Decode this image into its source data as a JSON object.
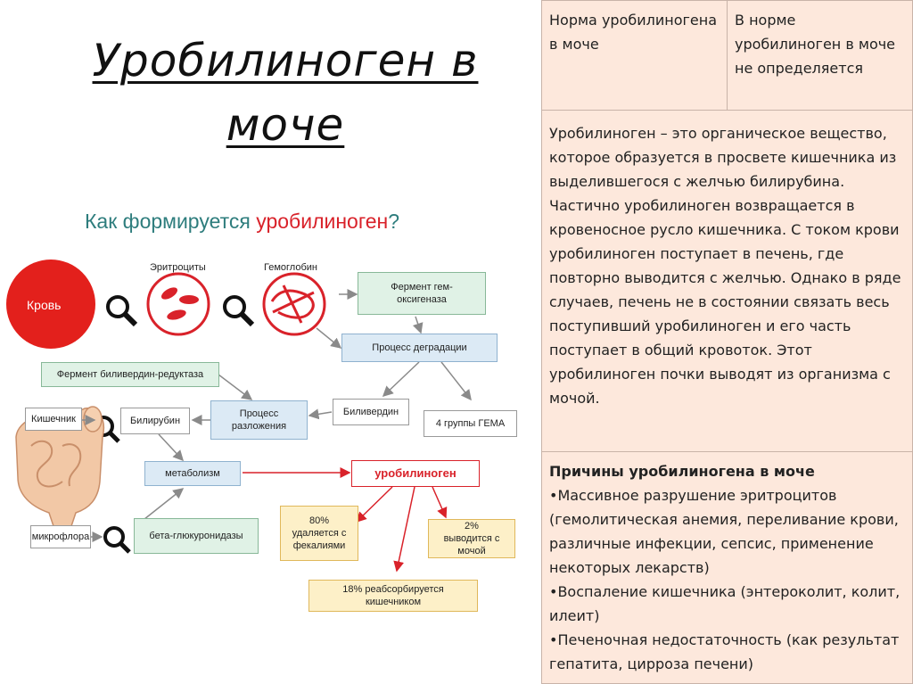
{
  "title": "Уробилиноген в моче",
  "diagram": {
    "heading_part1": "Как формируется ",
    "heading_part2": "уробилиноген",
    "heading_part3": "?",
    "labels": {
      "blood": "Кровь",
      "erythrocytes": "Эритроциты",
      "hemoglobin": "Гемоглобин",
      "enzyme_heme": "Фермент гем-оксигеназа",
      "degradation": "Процесс деградации",
      "biliverdin_reductase": "Фермент биливердин-редуктаза",
      "decomposition": "Процесс разложения",
      "biliverdin": "Биливердин",
      "heme_groups": "4 группы ГЕМА",
      "intestine": "Кишечник",
      "bilirubin": "Билирубин",
      "metabolism": "метаболизм",
      "urobilinogen": "уробилиноген",
      "microflora": "микрофлора",
      "beta_glucuronidase": "бета-глюкуронидазы",
      "feces": "80% удаляется с фекалиями",
      "urine": "2% выводится с мочой",
      "reabsorbed": "18% реабсорбируется кишечником"
    }
  },
  "table": {
    "norm_label": "Норма уробилиногена в моче",
    "norm_value": "В норме уробилиноген в моче не определяется",
    "description": "Уробилиноген – это органическое вещество, которое образуется в просвете кишечника из выделившегося с желчью билирубина. Частично уробилиноген возвращается в кровеносное русло кишечника. С током крови уробилиноген поступает в печень, где повторно выводится с желчью. Однако в ряде случаев, печень не в состоянии связать весь поступивший уробилиноген и его часть поступает в общий кровоток. Этот уробилиноген почки выводят из организма с мочой.",
    "causes_title": "Причины уробилиногена в моче",
    "causes": [
      "•Массивное разрушение эритроцитов (гемолитическая анемия, переливание крови, различные инфекции, сепсис, применение некоторых лекарств)",
      "•Воспаление кишечника (энтероколит, колит, илеит)",
      "•Печеночная недостаточность (как результат гепатита, цирроза печени)"
    ]
  }
}
